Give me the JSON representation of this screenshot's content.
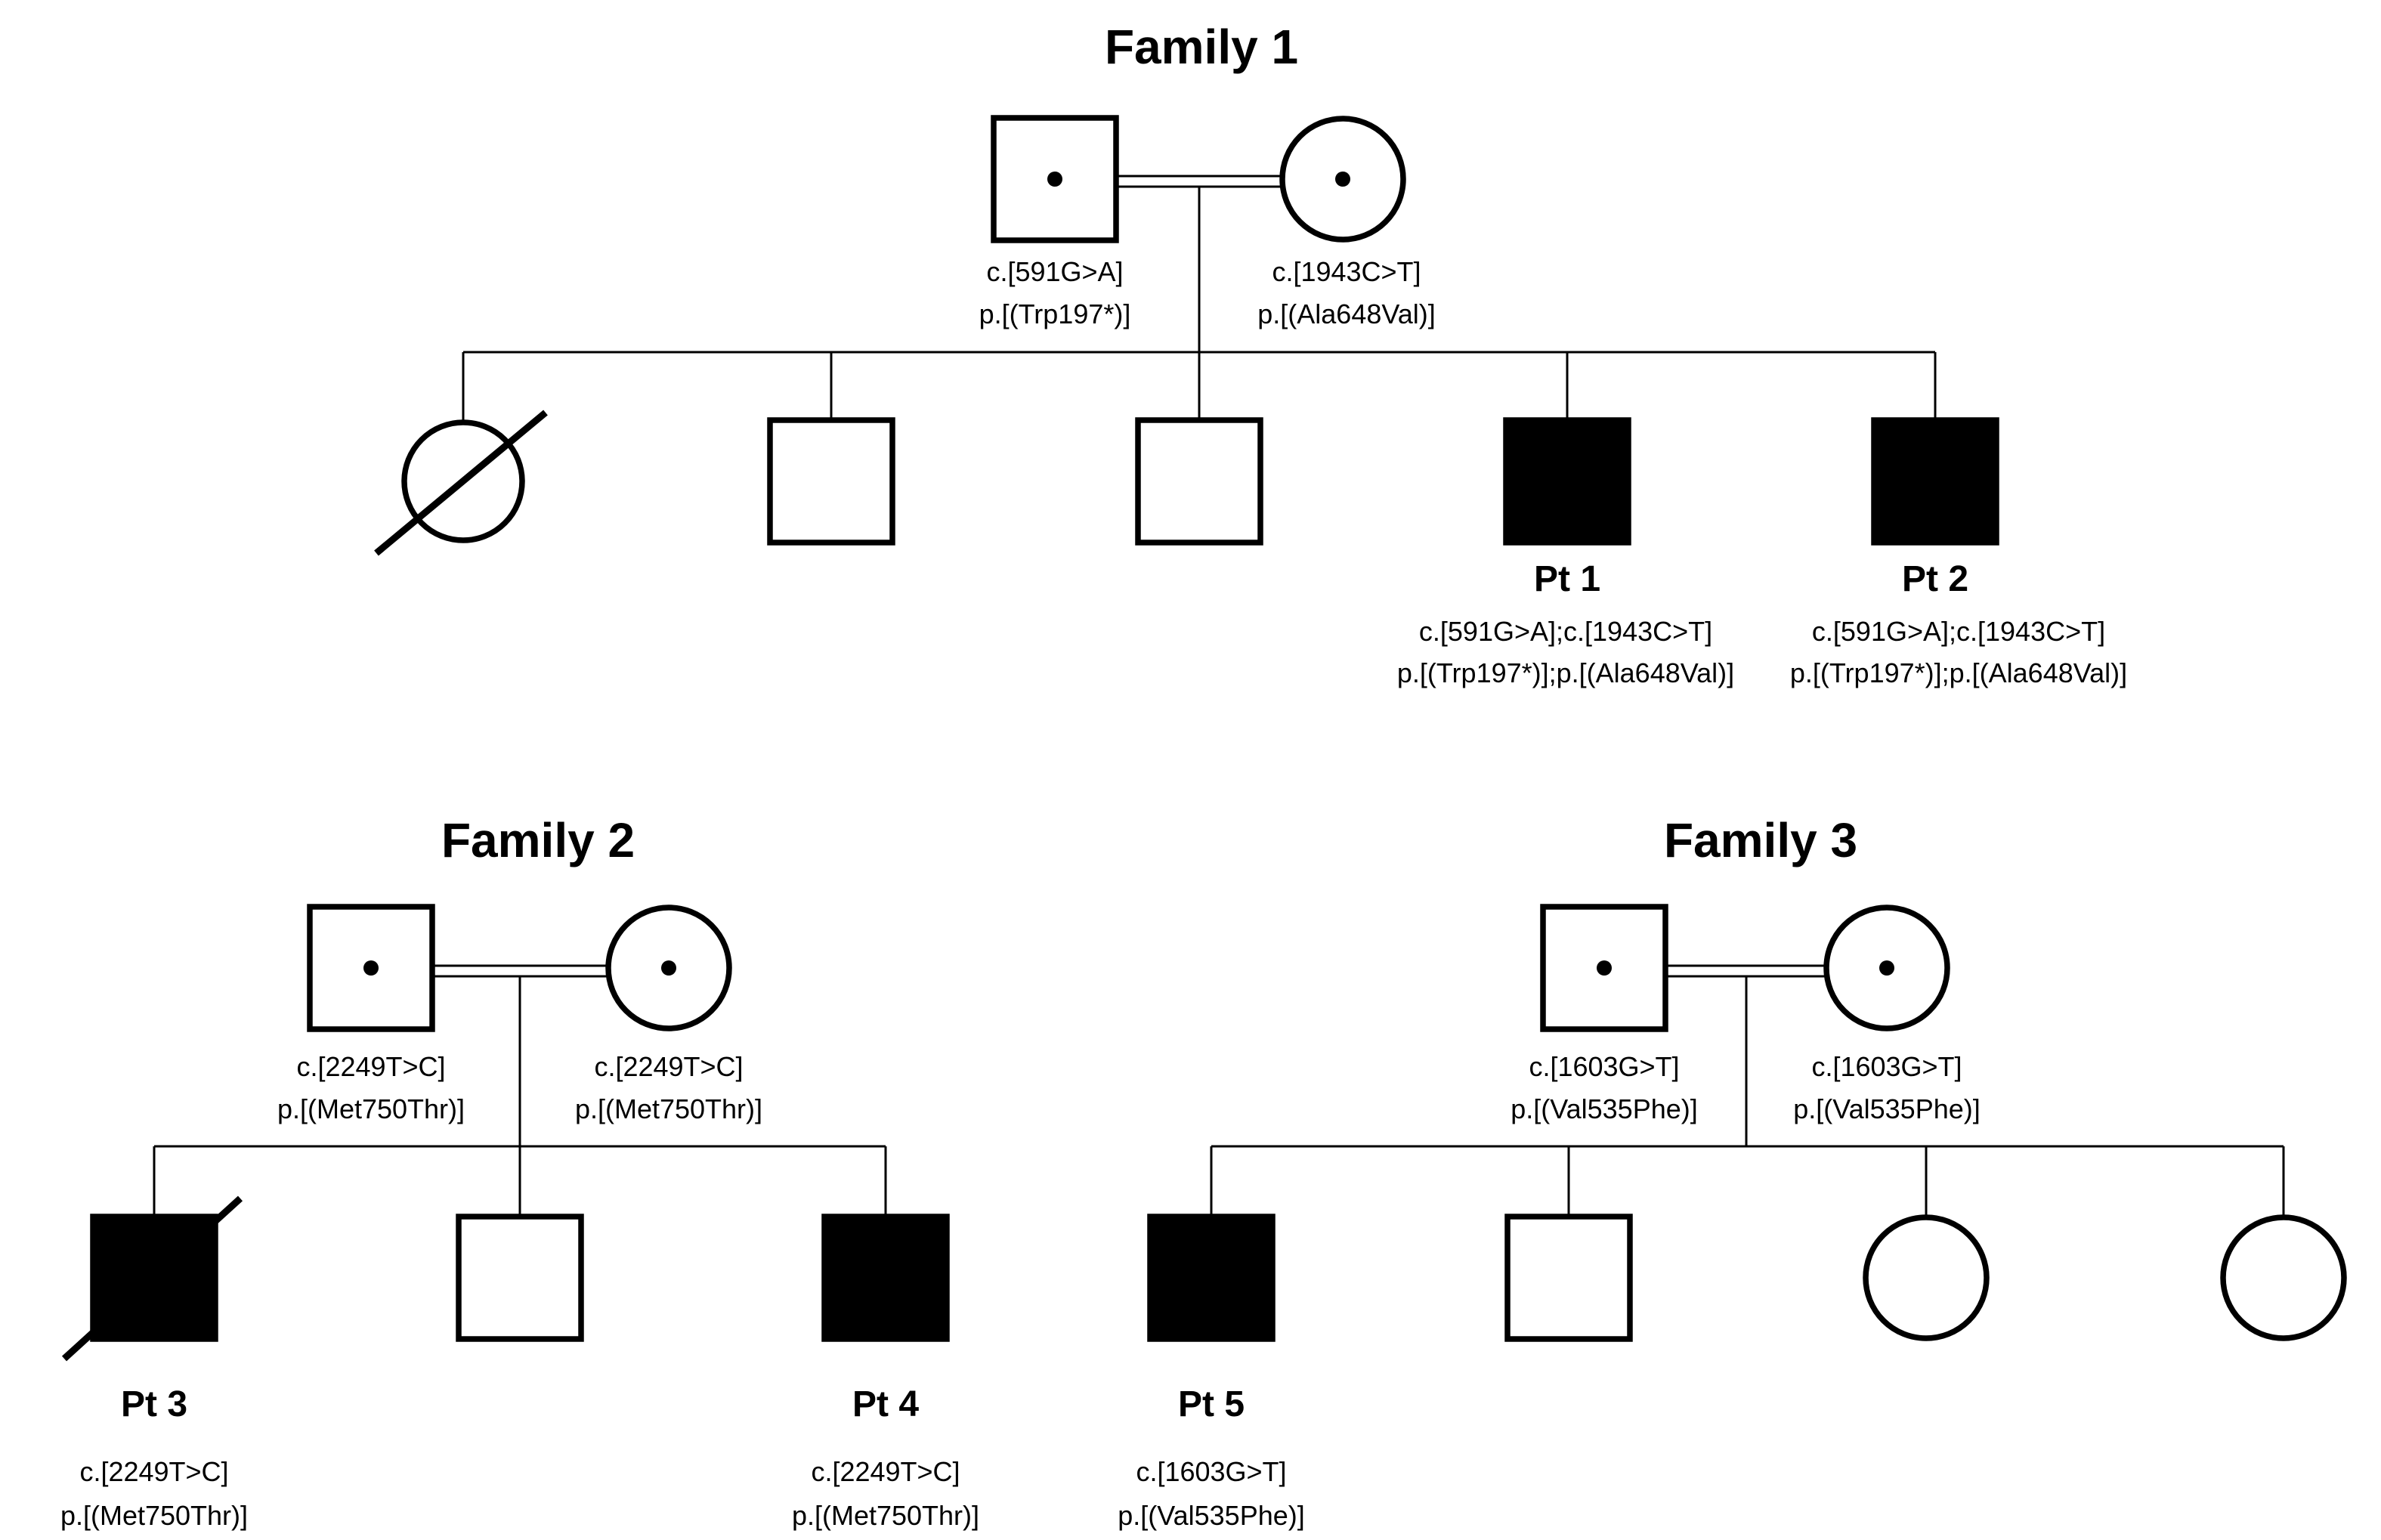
{
  "figure": {
    "type": "pedigree-diagram",
    "colors": {
      "ink": "#000000",
      "background": "#ffffff"
    },
    "families": [
      {
        "title": "Family 1",
        "father": {
          "symbol": "carrier-male-square-with-dot",
          "line1": "c.[591G>A]",
          "line2": "p.[(Trp197*)]"
        },
        "mother": {
          "symbol": "carrier-female-circle-with-dot",
          "line1": "c.[1943C>T]",
          "line2": "p.[(Ala648Val)]"
        },
        "consanguineous_double_line": true,
        "children": [
          {
            "sex": "female",
            "affected": false,
            "deceased": true
          },
          {
            "sex": "male",
            "affected": false
          },
          {
            "sex": "male",
            "affected": false
          },
          {
            "sex": "male",
            "affected": true,
            "id": "Pt 1",
            "line1": "c.[591G>A];c.[1943C>T]",
            "line2": "p.[(Trp197*)];p.[(Ala648Val)]"
          },
          {
            "sex": "male",
            "affected": true,
            "id": "Pt 2",
            "line1": "c.[591G>A];c.[1943C>T]",
            "line2": "p.[(Trp197*)];p.[(Ala648Val)]"
          }
        ]
      },
      {
        "title": "Family 2",
        "father": {
          "symbol": "carrier-male-square-with-dot",
          "line1": "c.[2249T>C]",
          "line2": "p.[(Met750Thr)]"
        },
        "mother": {
          "symbol": "carrier-female-circle-with-dot",
          "line1": "c.[2249T>C]",
          "line2": "p.[(Met750Thr)]"
        },
        "consanguineous_double_line": true,
        "children": [
          {
            "sex": "male",
            "affected": true,
            "deceased": true,
            "id": "Pt 3",
            "line1": "c.[2249T>C]",
            "line2": "p.[(Met750Thr)]"
          },
          {
            "sex": "male",
            "affected": false
          },
          {
            "sex": "male",
            "affected": true,
            "id": "Pt 4",
            "line1": "c.[2249T>C]",
            "line2": "p.[(Met750Thr)]"
          }
        ]
      },
      {
        "title": "Family 3",
        "father": {
          "symbol": "carrier-male-square-with-dot",
          "line1": "c.[1603G>T]",
          "line2": "p.[(Val535Phe)]"
        },
        "mother": {
          "symbol": "carrier-female-circle-with-dot",
          "line1": "c.[1603G>T]",
          "line2": "p.[(Val535Phe)]"
        },
        "consanguineous_double_line": true,
        "children": [
          {
            "sex": "male",
            "affected": true,
            "id": "Pt 5",
            "line1": "c.[1603G>T]",
            "line2": "p.[(Val535Phe)]"
          },
          {
            "sex": "male",
            "affected": false
          },
          {
            "sex": "female",
            "affected": false
          },
          {
            "sex": "female",
            "affected": false
          }
        ]
      }
    ]
  }
}
